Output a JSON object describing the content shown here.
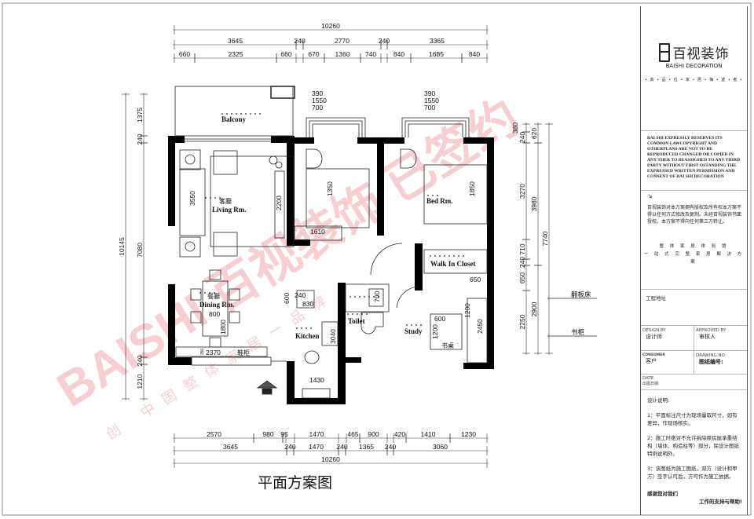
{
  "drawing_title": "平面方案图",
  "rooms": {
    "balcony": "Balcony",
    "living_cn": "客廳",
    "living_en": "Living Rm.",
    "dining_cn": "餐廳",
    "dining_en": "Dining Rm.",
    "bedroom": "Bed Rm.",
    "walk_in_closet": "Walk In Closet",
    "toilet": "Toilet",
    "kitchen": "Kitchen",
    "study": "Study",
    "study_desk": "书桌",
    "shoe_cabinet": "鞋柜"
  },
  "window_specs": {
    "bedroom1": [
      "390",
      "1550",
      "700"
    ],
    "bedroom2": [
      "390",
      "1550",
      "700"
    ]
  },
  "inner_dims": [
    "3550",
    "2200",
    "1350",
    "1610",
    "1850",
    "600",
    "240",
    "830",
    "700",
    "3040",
    "1430",
    "600",
    "1200",
    "1200",
    "2450",
    "1800",
    "800",
    "2370",
    "650",
    "350"
  ],
  "dims": {
    "top_total": "10260",
    "top_row2": [
      "3645",
      "240",
      "2770",
      "240",
      "3365"
    ],
    "top_row3": [
      "660",
      "2325",
      "660",
      "670",
      "1360",
      "740",
      "840",
      "1685",
      "840"
    ],
    "bottom_row1": [
      "2570",
      "980",
      "95",
      "1470",
      "465",
      "900",
      "420",
      "1410",
      "1230"
    ],
    "bottom_row2": [
      "3645",
      "240",
      "1470",
      "240",
      "1365",
      "240",
      "3060"
    ],
    "bottom_total": "10260",
    "left_inner": [
      "1375",
      "240",
      "7080",
      "240",
      "1210"
    ],
    "left_total": "10145",
    "right_col1": [
      "380",
      "240",
      "3270",
      "710",
      "240",
      "650",
      "2250"
    ],
    "right_col2": [
      "620",
      "3980",
      "2900"
    ],
    "right_total": "7740",
    "right_notes": [
      "翻板床",
      "书柜"
    ]
  },
  "watermark": {
    "main": "BAISHI 百视装饰 已签约",
    "sub": "创 中国整体家居一品牌"
  },
  "title_block": {
    "brand_cn": "百视装饰",
    "brand_en": "BAISHI DECORATION",
    "slogan": "• 高 • 品 • 位 • 家 • 居 • 梅 • 迹 • 者 •",
    "legal_en": "BAI SHI EXPRESSLY RESERVES ITS COMMON LAWCOPYRIGHT AND OTHERPLANS ARE NOT TO BE REPRODUCED CHANGED OR COPIED IN ANY THER TO BEASSIGHED TO ANY THIRD PARTY WITHOUT FIRST OSTANDING THE EXPRESSED WRITTEN PERMISSION AND CONSENT OF BAI SHI DECORATION",
    "legal_cn": "百视装饰对本方案拥有版权及所有权本方案不得以任何方式修改及复制。未经百视装饰书面授权。本方案不得向任何第三方转让。",
    "motto1": "整 体 家 居 体 验 馆",
    "motto2": "一 站 式 完 整 家 居 解 决 方 案",
    "project_address": "工程地址",
    "design_by_label": "DESIGN BY",
    "design_by": "设计师",
    "approved_by_label": "APPROVED BY",
    "approved_by": "审核人",
    "consumer_label": "CONSUMER",
    "consumer": "客户",
    "drawing_no_label": "DRAWING NO",
    "drawing_no": "图纸编号:",
    "date_label": "DATE",
    "date": "出图日期:",
    "notes_title": "设计说明:",
    "notes": [
      "1：平面标注尺寸为现场量取尺寸，如有差异，作现场核实。",
      "2：施工时绝对不允许拆除原房屋承重结构（墙体、构造柱等）部分，除设计图纸特例说明外。",
      "3：该图纸为施工图纸，双方（设计和甲方）签字认可后，方可作为施工依据。"
    ],
    "thanks1": "感谢您对我们",
    "thanks2": "工作的支持与帮助!"
  }
}
